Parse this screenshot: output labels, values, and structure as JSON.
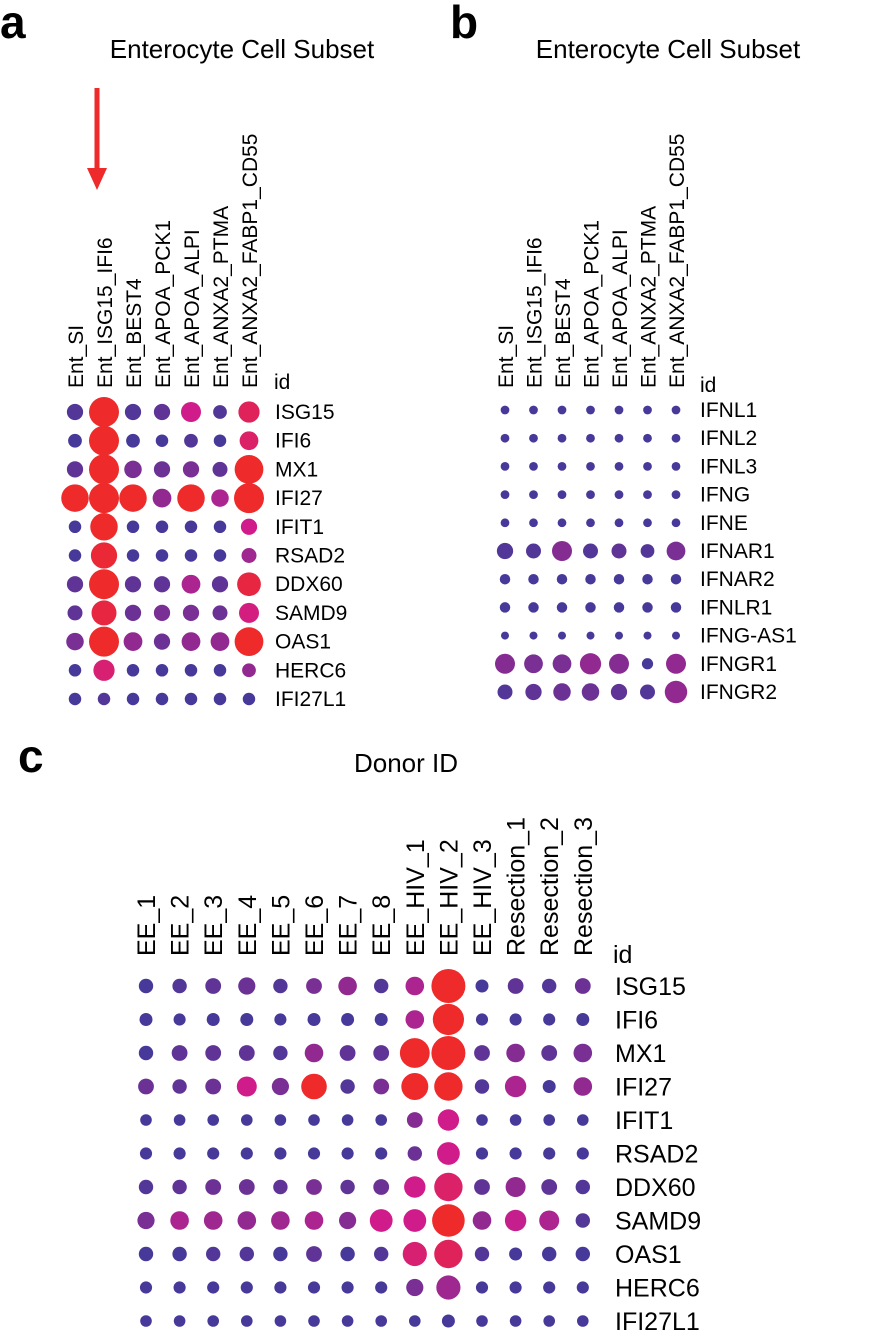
{
  "colors": {
    "low": "#3a3c9a",
    "mid": "#d01c8b",
    "high": "#ee2a2a",
    "arrow": "#ee2a2a"
  },
  "chart_data": [
    {
      "type": "scatter",
      "panel": "a",
      "title": "Enterocyte Cell Subset",
      "row_header": "id",
      "columns": [
        "Ent_SI",
        "Ent_ISG15_IFI6",
        "Ent_BEST4",
        "Ent_APOA_PCK1",
        "Ent_APOA_ALPI",
        "Ent_ANXA2_PTMA",
        "Ent_ANXA2_FABP1_CD55"
      ],
      "rows": [
        "ISG15",
        "IFI6",
        "MX1",
        "IFI27",
        "IFIT1",
        "RSAD2",
        "DDX60",
        "SAMD9",
        "OAS1",
        "HERC6",
        "IFI27L1"
      ],
      "highlighted_column": "Ent_ISG15_IFI6",
      "annotation": "arrow pointing to highlighted column",
      "size": [
        [
          0.45,
          1.0,
          0.45,
          0.45,
          0.6,
          0.35,
          0.65
        ],
        [
          0.35,
          1.0,
          0.35,
          0.3,
          0.35,
          0.3,
          0.55
        ],
        [
          0.45,
          1.0,
          0.5,
          0.45,
          0.45,
          0.4,
          0.95
        ],
        [
          0.9,
          1.0,
          0.9,
          0.55,
          0.9,
          0.5,
          1.0
        ],
        [
          0.3,
          0.9,
          0.3,
          0.3,
          0.3,
          0.3,
          0.45
        ],
        [
          0.3,
          0.85,
          0.3,
          0.3,
          0.3,
          0.3,
          0.4
        ],
        [
          0.45,
          1.0,
          0.45,
          0.45,
          0.55,
          0.45,
          0.75
        ],
        [
          0.4,
          0.8,
          0.45,
          0.45,
          0.45,
          0.4,
          0.6
        ],
        [
          0.5,
          1.0,
          0.55,
          0.45,
          0.55,
          0.55,
          0.95
        ],
        [
          0.3,
          0.65,
          0.3,
          0.3,
          0.3,
          0.3,
          0.35
        ],
        [
          0.3,
          0.3,
          0.3,
          0.3,
          0.3,
          0.3,
          0.3
        ]
      ],
      "color": [
        [
          0.1,
          1.0,
          0.1,
          0.15,
          0.6,
          0.1,
          0.8
        ],
        [
          0.05,
          1.0,
          0.05,
          0.05,
          0.1,
          0.05,
          0.75
        ],
        [
          0.15,
          1.0,
          0.25,
          0.2,
          0.25,
          0.15,
          1.0
        ],
        [
          1.0,
          1.0,
          1.0,
          0.35,
          1.0,
          0.45,
          1.0
        ],
        [
          0.05,
          1.0,
          0.05,
          0.05,
          0.05,
          0.05,
          0.6
        ],
        [
          0.05,
          0.95,
          0.05,
          0.05,
          0.05,
          0.05,
          0.4
        ],
        [
          0.15,
          1.0,
          0.15,
          0.15,
          0.45,
          0.15,
          0.9
        ],
        [
          0.15,
          0.9,
          0.2,
          0.25,
          0.25,
          0.2,
          0.65
        ],
        [
          0.25,
          1.0,
          0.35,
          0.2,
          0.35,
          0.35,
          1.0
        ],
        [
          0.05,
          0.7,
          0.05,
          0.05,
          0.05,
          0.05,
          0.35
        ],
        [
          0.05,
          0.1,
          0.05,
          0.05,
          0.05,
          0.05,
          0.05
        ]
      ]
    },
    {
      "type": "scatter",
      "panel": "b",
      "title": "Enterocyte Cell Subset",
      "row_header": "id",
      "columns": [
        "Ent_SI",
        "Ent_ISG15_IFI6",
        "Ent_BEST4",
        "Ent_APOA_PCK1",
        "Ent_APOA_ALPI",
        "Ent_ANXA2_PTMA",
        "Ent_ANXA2_FABP1_CD55"
      ],
      "rows": [
        "IFNL1",
        "IFNL2",
        "IFNL3",
        "IFNG",
        "IFNE",
        "IFNAR1",
        "IFNAR2",
        "IFNLR1",
        "IFNG-AS1",
        "IFNGR1",
        "IFNGR2"
      ],
      "size": [
        [
          0.15,
          0.15,
          0.15,
          0.15,
          0.15,
          0.15,
          0.15
        ],
        [
          0.15,
          0.15,
          0.15,
          0.15,
          0.15,
          0.15,
          0.15
        ],
        [
          0.15,
          0.15,
          0.15,
          0.15,
          0.15,
          0.15,
          0.15
        ],
        [
          0.15,
          0.15,
          0.15,
          0.15,
          0.15,
          0.15,
          0.15
        ],
        [
          0.15,
          0.15,
          0.15,
          0.15,
          0.15,
          0.15,
          0.15
        ],
        [
          0.45,
          0.4,
          0.6,
          0.4,
          0.4,
          0.35,
          0.55
        ],
        [
          0.22,
          0.22,
          0.22,
          0.22,
          0.22,
          0.22,
          0.22
        ],
        [
          0.22,
          0.22,
          0.22,
          0.22,
          0.22,
          0.22,
          0.22
        ],
        [
          0.12,
          0.12,
          0.12,
          0.12,
          0.12,
          0.12,
          0.12
        ],
        [
          0.6,
          0.55,
          0.55,
          0.65,
          0.6,
          0.25,
          0.6
        ],
        [
          0.4,
          0.45,
          0.5,
          0.5,
          0.45,
          0.4,
          0.7
        ]
      ],
      "color": [
        [
          0.05,
          0.05,
          0.05,
          0.05,
          0.05,
          0.05,
          0.05
        ],
        [
          0.05,
          0.05,
          0.05,
          0.05,
          0.05,
          0.05,
          0.05
        ],
        [
          0.05,
          0.05,
          0.05,
          0.05,
          0.05,
          0.05,
          0.05
        ],
        [
          0.05,
          0.05,
          0.05,
          0.05,
          0.05,
          0.05,
          0.05
        ],
        [
          0.05,
          0.05,
          0.05,
          0.05,
          0.05,
          0.05,
          0.05
        ],
        [
          0.1,
          0.1,
          0.3,
          0.1,
          0.15,
          0.1,
          0.25
        ],
        [
          0.05,
          0.05,
          0.05,
          0.05,
          0.05,
          0.05,
          0.05
        ],
        [
          0.05,
          0.05,
          0.05,
          0.05,
          0.05,
          0.05,
          0.05
        ],
        [
          0.05,
          0.05,
          0.05,
          0.05,
          0.05,
          0.05,
          0.05
        ],
        [
          0.3,
          0.25,
          0.25,
          0.35,
          0.3,
          0.05,
          0.35
        ],
        [
          0.1,
          0.15,
          0.2,
          0.2,
          0.15,
          0.1,
          0.35
        ]
      ]
    },
    {
      "type": "scatter",
      "panel": "c",
      "title": "Donor ID",
      "row_header": "id",
      "columns": [
        "EE_1",
        "EE_2",
        "EE_3",
        "EE_4",
        "EE_5",
        "EE_6",
        "EE_7",
        "EE_8",
        "EE_HIV_1",
        "EE_HIV_2",
        "EE_HIV_3",
        "Resection_1",
        "Resection_2",
        "Resection_3"
      ],
      "rows": [
        "ISG15",
        "IFI6",
        "MX1",
        "IFI27",
        "IFIT1",
        "RSAD2",
        "DDX60",
        "SAMD9",
        "OAS1",
        "HERC6",
        "IFI27L1"
      ],
      "size": [
        [
          0.3,
          0.3,
          0.35,
          0.4,
          0.3,
          0.35,
          0.45,
          0.3,
          0.45,
          1.0,
          0.25,
          0.35,
          0.3,
          0.35
        ],
        [
          0.25,
          0.22,
          0.25,
          0.25,
          0.22,
          0.25,
          0.25,
          0.25,
          0.45,
          0.9,
          0.22,
          0.22,
          0.22,
          0.25
        ],
        [
          0.3,
          0.35,
          0.35,
          0.35,
          0.3,
          0.45,
          0.35,
          0.35,
          0.85,
          1.0,
          0.35,
          0.45,
          0.35,
          0.45
        ],
        [
          0.35,
          0.3,
          0.35,
          0.5,
          0.4,
          0.7,
          0.3,
          0.35,
          0.75,
          0.8,
          0.3,
          0.55,
          0.25,
          0.45
        ],
        [
          0.2,
          0.2,
          0.2,
          0.2,
          0.2,
          0.2,
          0.2,
          0.2,
          0.35,
          0.55,
          0.2,
          0.2,
          0.2,
          0.2
        ],
        [
          0.22,
          0.22,
          0.22,
          0.22,
          0.22,
          0.22,
          0.22,
          0.22,
          0.3,
          0.6,
          0.22,
          0.22,
          0.22,
          0.22
        ],
        [
          0.3,
          0.3,
          0.35,
          0.35,
          0.3,
          0.35,
          0.3,
          0.35,
          0.55,
          0.8,
          0.35,
          0.5,
          0.35,
          0.3
        ],
        [
          0.4,
          0.45,
          0.45,
          0.45,
          0.45,
          0.45,
          0.4,
          0.6,
          0.6,
          0.95,
          0.45,
          0.55,
          0.5,
          0.3
        ],
        [
          0.3,
          0.3,
          0.3,
          0.3,
          0.3,
          0.35,
          0.3,
          0.3,
          0.65,
          0.8,
          0.3,
          0.25,
          0.3,
          0.3
        ],
        [
          0.22,
          0.22,
          0.22,
          0.22,
          0.22,
          0.22,
          0.22,
          0.22,
          0.4,
          0.65,
          0.22,
          0.22,
          0.22,
          0.22
        ],
        [
          0.2,
          0.2,
          0.2,
          0.2,
          0.2,
          0.2,
          0.2,
          0.2,
          0.2,
          0.25,
          0.2,
          0.2,
          0.2,
          0.2
        ]
      ],
      "color": [
        [
          0.05,
          0.1,
          0.15,
          0.2,
          0.1,
          0.25,
          0.35,
          0.1,
          0.45,
          1.0,
          0.05,
          0.15,
          0.1,
          0.2
        ],
        [
          0.05,
          0.05,
          0.05,
          0.05,
          0.05,
          0.05,
          0.05,
          0.05,
          0.45,
          1.0,
          0.05,
          0.05,
          0.05,
          0.05
        ],
        [
          0.05,
          0.15,
          0.15,
          0.15,
          0.1,
          0.35,
          0.15,
          0.15,
          1.0,
          1.0,
          0.15,
          0.3,
          0.15,
          0.25
        ],
        [
          0.2,
          0.15,
          0.2,
          0.6,
          0.25,
          1.0,
          0.1,
          0.25,
          1.0,
          1.0,
          0.1,
          0.45,
          0.05,
          0.35
        ],
        [
          0.05,
          0.05,
          0.05,
          0.05,
          0.05,
          0.05,
          0.05,
          0.05,
          0.3,
          0.6,
          0.05,
          0.05,
          0.05,
          0.05
        ],
        [
          0.05,
          0.05,
          0.05,
          0.05,
          0.05,
          0.05,
          0.05,
          0.05,
          0.2,
          0.6,
          0.05,
          0.05,
          0.05,
          0.05
        ],
        [
          0.1,
          0.15,
          0.2,
          0.2,
          0.15,
          0.25,
          0.15,
          0.2,
          0.6,
          0.75,
          0.15,
          0.35,
          0.15,
          0.1
        ],
        [
          0.25,
          0.45,
          0.4,
          0.35,
          0.4,
          0.45,
          0.3,
          0.6,
          0.6,
          1.0,
          0.35,
          0.55,
          0.45,
          0.1
        ],
        [
          0.05,
          0.05,
          0.1,
          0.1,
          0.05,
          0.15,
          0.05,
          0.1,
          0.7,
          0.8,
          0.1,
          0.05,
          0.05,
          0.05
        ],
        [
          0.05,
          0.05,
          0.05,
          0.05,
          0.05,
          0.05,
          0.05,
          0.05,
          0.25,
          0.4,
          0.05,
          0.05,
          0.05,
          0.05
        ],
        [
          0.05,
          0.05,
          0.05,
          0.05,
          0.05,
          0.05,
          0.05,
          0.05,
          0.05,
          0.05,
          0.05,
          0.05,
          0.05,
          0.05
        ]
      ]
    }
  ],
  "panels": {
    "a": {
      "letter": "a"
    },
    "b": {
      "letter": "b"
    },
    "c": {
      "letter": "c"
    }
  }
}
